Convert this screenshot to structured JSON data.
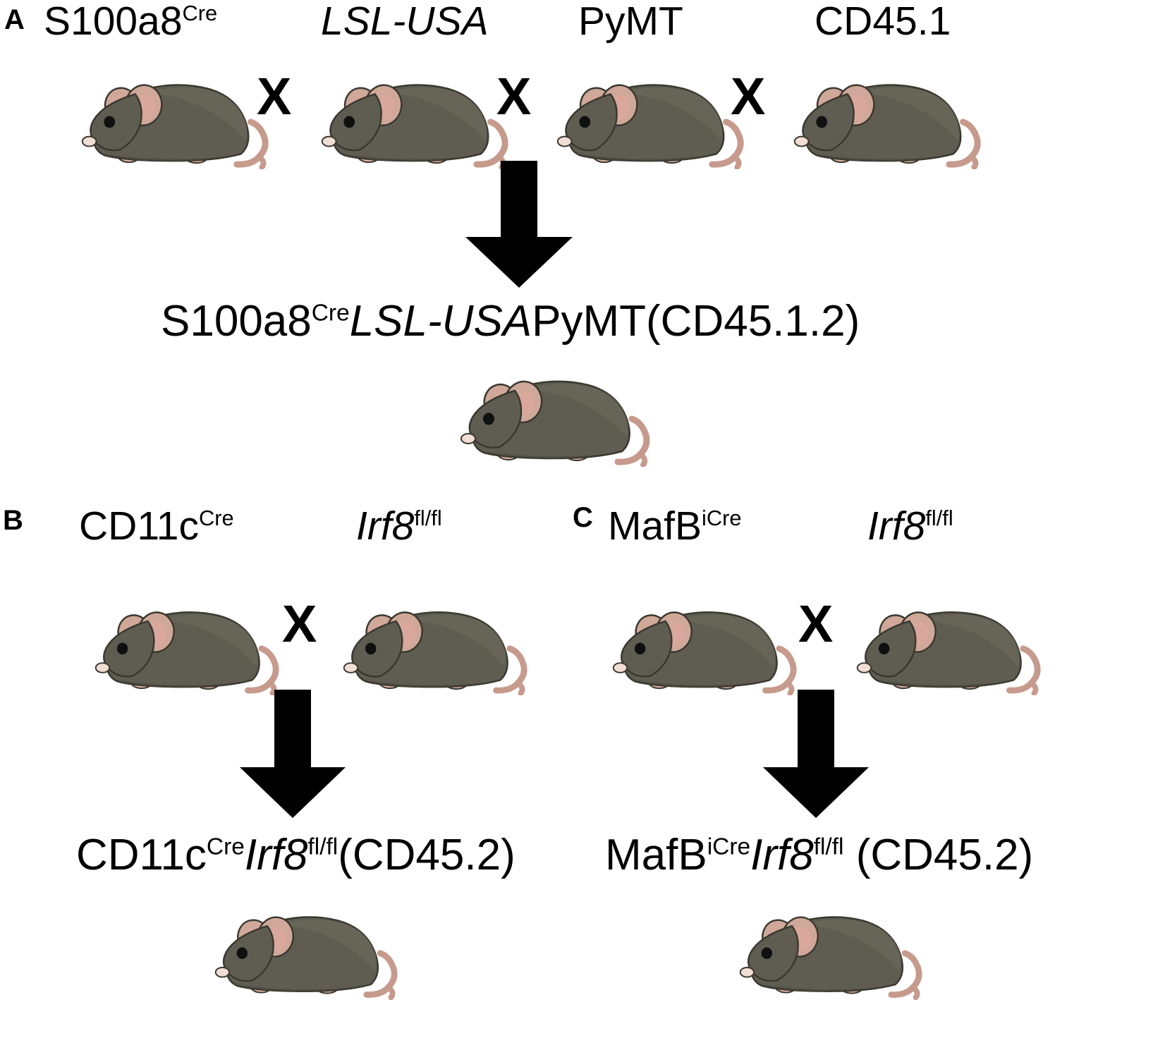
{
  "figure": {
    "background": "#ffffff",
    "ink": "#000000",
    "mouse_colors": {
      "body": "#5f5d51",
      "body_shadow": "#4a4840",
      "body_highlight": "#6d6b5d",
      "ear_inner": "#d9a79c",
      "ear_outer": "#cfa899",
      "extremity": "#d8b1a3",
      "tail": "#c69a8d",
      "eye": "#101010",
      "outline": "#3a382f"
    }
  },
  "panels": [
    {
      "id": "A",
      "letter": "A",
      "parents": [
        {
          "name": "S100a8",
          "sup": "Cre",
          "italic": false
        },
        {
          "name": "LSL-USA",
          "sup": "",
          "italic": true
        },
        {
          "name": "PyMT",
          "sup": "",
          "italic": false
        },
        {
          "name": "CD45.1",
          "sup": "",
          "italic": false
        }
      ],
      "cross_symbol": "X",
      "cross_count": 3,
      "arrow": "down-arrow",
      "offspring": {
        "parts": [
          {
            "text": "S100a8",
            "italic": false,
            "sup": "Cre"
          },
          {
            "text": "LSL-USA",
            "italic": true,
            "sup": ""
          },
          {
            "text": "PyMT(CD45.1.2)",
            "italic": false,
            "sup": ""
          }
        ],
        "plain": "S100a8Cre LSL-USA PyMT(CD45.1.2)"
      }
    },
    {
      "id": "B",
      "letter": "B",
      "parents": [
        {
          "name": "CD11c",
          "sup": "Cre",
          "italic": false
        },
        {
          "name": "Irf8",
          "sup": "fl/fl",
          "italic": true
        }
      ],
      "cross_symbol": "X",
      "cross_count": 1,
      "arrow": "down-arrow",
      "offspring": {
        "parts": [
          {
            "text": "CD11c",
            "italic": false,
            "sup": "Cre"
          },
          {
            "text": "Irf8",
            "italic": true,
            "sup": "fl/fl"
          },
          {
            "text": "(CD45.2)",
            "italic": false,
            "sup": ""
          }
        ],
        "plain": "CD11cCreIrf8fl/fl(CD45.2)"
      }
    },
    {
      "id": "C",
      "letter": "C",
      "parents": [
        {
          "name": "MafB",
          "sup": "iCre",
          "italic": false
        },
        {
          "name": "Irf8",
          "sup": "fl/fl",
          "italic": true
        }
      ],
      "cross_symbol": "X",
      "cross_count": 1,
      "arrow": "down-arrow",
      "offspring": {
        "parts": [
          {
            "text": "MafB",
            "italic": false,
            "sup": "iCre"
          },
          {
            "text": "Irf8",
            "italic": true,
            "sup": "fl/fl"
          },
          {
            "text": " (CD45.2)",
            "italic": false,
            "sup": ""
          }
        ],
        "plain": "MafBiCreIrf8fl/fl (CD45.2)"
      }
    }
  ],
  "labels": {
    "panelA": {
      "p1_base": "S100a8",
      "p1_sup": "Cre",
      "p2_base": "LSL-USA",
      "p2_sup": "",
      "p3_base": "PyMT",
      "p3_sup": "",
      "p4_base": "CD45.1",
      "p4_sup": "",
      "r1": "S100a8",
      "r1s": "Cre",
      "r2": "LSL-USA",
      "r3": "PyMT(CD45.1.2)"
    },
    "panelB": {
      "p1_base": "CD11c",
      "p1_sup": "Cre",
      "p2_base": "Irf8",
      "p2_sup": "fl/fl",
      "r1": "CD11c",
      "r1s": "Cre",
      "r2": "Irf8",
      "r2s": "fl/fl",
      "r3": "(CD45.2)"
    },
    "panelC": {
      "p1_base": "MafB",
      "p1_sup": "iCre",
      "p2_base": "Irf8",
      "p2_sup": "fl/fl",
      "r1": "MafB",
      "r1s": "iCre",
      "r2": "Irf8",
      "r2s": "fl/fl",
      "r3": " (CD45.2)"
    },
    "cross": "X",
    "letters": {
      "a": "A",
      "b": "B",
      "c": "C"
    }
  }
}
